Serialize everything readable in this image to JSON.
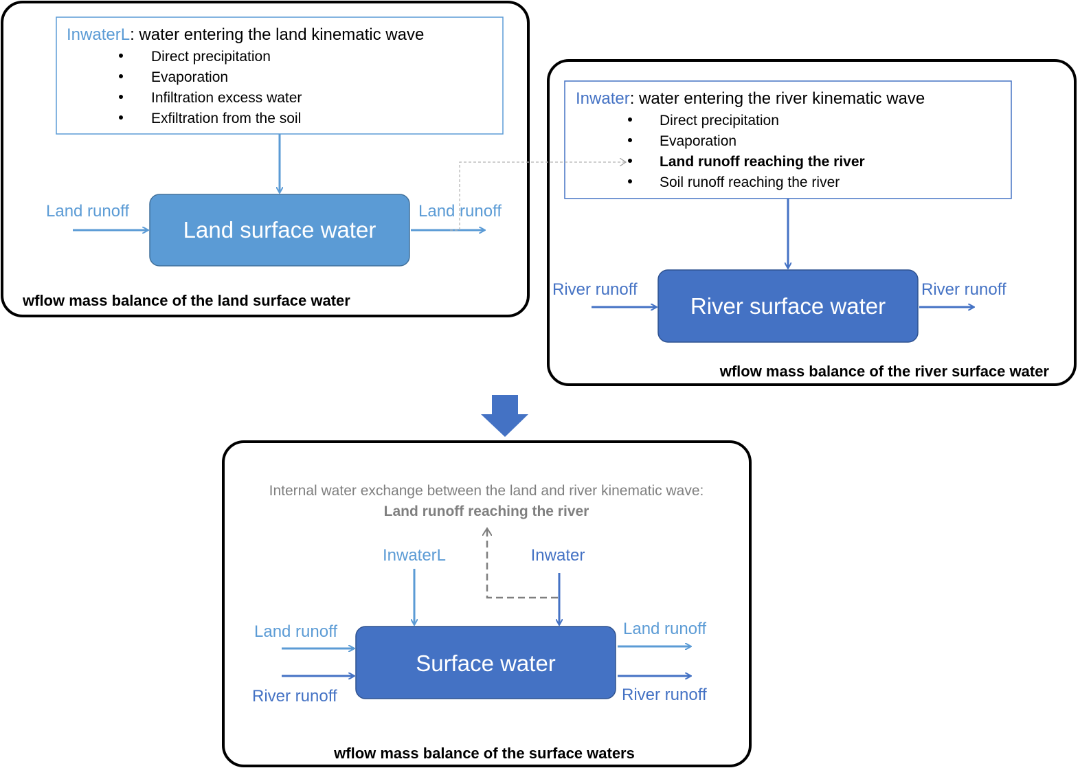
{
  "land_panel": {
    "header_term": "InwaterL",
    "header_rest": ": water entering the land kinematic wave",
    "bullets": [
      "Direct precipitation",
      "Evaporation",
      "Infiltration excess water",
      "Exfiltration from the soil"
    ],
    "box_label": "Land surface water",
    "in_label": "Land runoff",
    "out_label": "Land runoff",
    "caption": "wflow mass balance of the land surface water"
  },
  "river_panel": {
    "header_term": "Inwater",
    "header_rest": ": water entering the river kinematic wave",
    "bullets": [
      "Direct precipitation",
      "Evaporation",
      "Land runoff reaching the river",
      "Soil runoff reaching the river"
    ],
    "box_label": "River surface water",
    "in_label": "River runoff",
    "out_label": "River runoff",
    "caption": "wflow mass balance of the river surface water"
  },
  "combined_panel": {
    "exchange_note": "Internal water exchange between the land and river kinematic wave:",
    "exchange_item": "Land runoff reaching the river",
    "inwaterl_label": "InwaterL",
    "inwater_label": "Inwater",
    "box_label": "Surface water",
    "land_in": "Land runoff",
    "river_in": "River runoff",
    "land_out": "Land runoff",
    "river_out": "River runoff",
    "caption": "wflow mass balance of the surface waters"
  },
  "colors": {
    "light_blue": "#5B9BD5",
    "dark_blue": "#4472C4",
    "gray": "#7F7F7F",
    "border": "#000000"
  }
}
